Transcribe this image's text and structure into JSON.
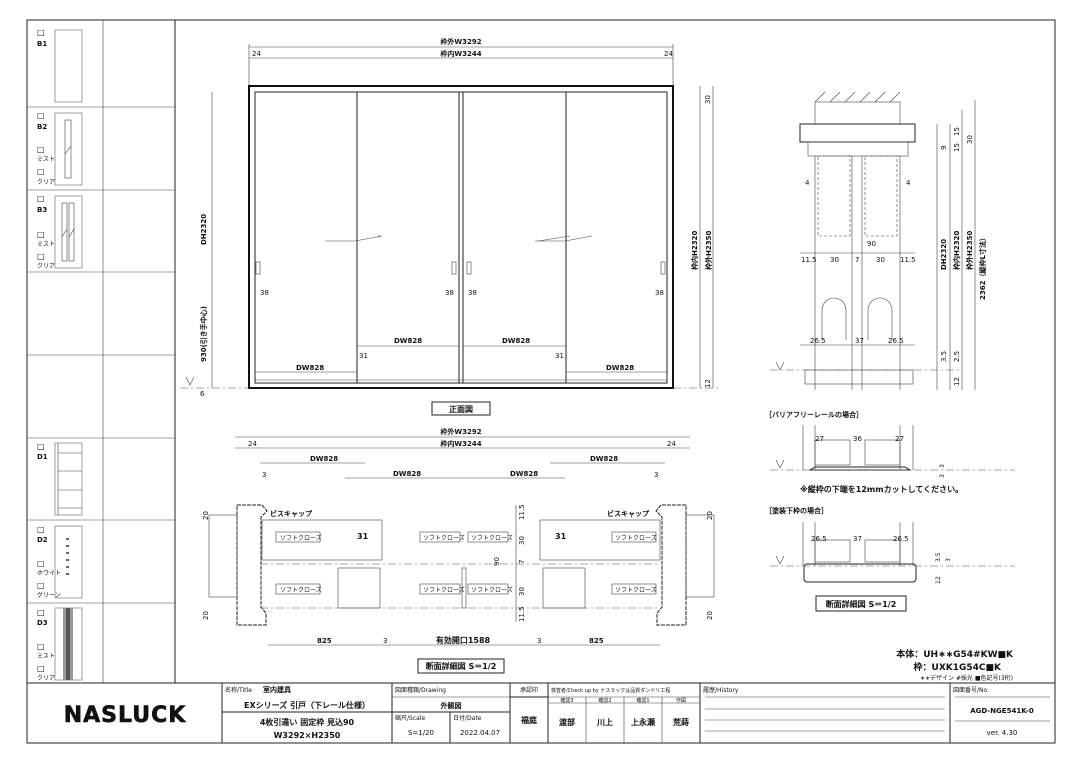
{
  "legend_rows": [
    {
      "code": "B1",
      "options": []
    },
    {
      "code": "B2",
      "options": [
        "ミスト",
        "クリア"
      ]
    },
    {
      "code": "B3",
      "options": [
        "ミスト",
        "クリア"
      ]
    },
    {
      "code": "D1",
      "options": []
    },
    {
      "code": "D2",
      "options": [
        "ホワイト",
        "グリーン"
      ]
    },
    {
      "code": "D3",
      "options": [
        "ミスト",
        "クリア"
      ]
    }
  ],
  "checkbox_glyph": "□",
  "front_view": {
    "outer_width": "枠外W3292",
    "inner_width": "枠内W3244",
    "side": "24",
    "dh": "DH2320",
    "handle_height": "930(引き手中心)",
    "inner_h": "枠内H2320",
    "outer_h": "枠外H2350",
    "top_dim": "30",
    "bottom_dim": "12",
    "dw": "DW828",
    "dim38": "38",
    "dim31": "31",
    "floor": "6",
    "caption": "正面図"
  },
  "plan_view": {
    "outer_width": "枠外W3292",
    "inner_width": "枠内W3244",
    "side": "24",
    "dw": "DW828",
    "dim3": "3",
    "screw_cap": "ビスキャップ",
    "soft_close": "ソフトクローズ",
    "dim31": "31",
    "dim20": "20",
    "dims_right": [
      "11.5",
      "30",
      "7",
      "30",
      "11.5"
    ],
    "dim90": "90",
    "width825": "825",
    "opening": "有効開口1588",
    "caption": "断面詳細図 S＝1/2"
  },
  "side_section": {
    "dims_top": [
      "9",
      "15",
      "15",
      "30"
    ],
    "side4": "4",
    "dims_mid": [
      "11.5",
      "30",
      "7",
      "30",
      "11.5"
    ],
    "dim90": "90",
    "dh": "DH2320",
    "inner_h": "枠内H2320",
    "outer_h": "枠外H2350",
    "total": "2362（縦枠L寸法）",
    "dims_bottom": [
      "26.5",
      "37",
      "26.5"
    ],
    "dims_v": [
      "3.5",
      "2.5",
      "12"
    ],
    "barrier_free_title": "［バリアフリーレールの場合］",
    "bf_dims": [
      "27",
      "36",
      "27"
    ],
    "bf_v": [
      "3",
      "3"
    ],
    "note": "※縦枠の下端を12mmカットしてください。",
    "painted_title": "［塗装下枠の場合］",
    "pt_dims": [
      "26.5",
      "37",
      "26.5"
    ],
    "pt_v": [
      "3.5",
      "3",
      "12"
    ],
    "caption": "断面詳細図 S＝1/2"
  },
  "product_codes": {
    "body": "本体：UH∗∗G54#KW■K",
    "frame": "枠：UXK1G54C■K",
    "legend": "∗∗デザイン #採光 ■色記号(3桁)"
  },
  "title_block": {
    "logo": "NASLUCK",
    "title_label": "名称/Title",
    "title_category": "室内建具",
    "title_line1": "EXシリーズ 引戸（下レール仕様）",
    "title_line2": "4枚引違い 固定枠 見込90",
    "title_line3": "W3292×H2350",
    "drawing_label": "図面種類/Drawing",
    "drawing_type": "外観図",
    "scale_label": "縮尺/Scale",
    "scale": "S=1/20",
    "date_label": "日付/Date",
    "date": "2022.04.07",
    "approval_label": "承認印",
    "approver": "福庭",
    "check_label": "検査者/Check up by ナスラックは品質ダンドリ工程",
    "check_roles": [
      "確認3",
      "確認2",
      "確認1",
      "作図"
    ],
    "check_names": [
      "渡部",
      "川上",
      "上永瀬",
      "荒蒔"
    ],
    "history_label": "履歴/History",
    "number_label": "図面番号/No.",
    "drawing_no": "AGD-NGE541K-0",
    "version": "ver. 4.30"
  }
}
